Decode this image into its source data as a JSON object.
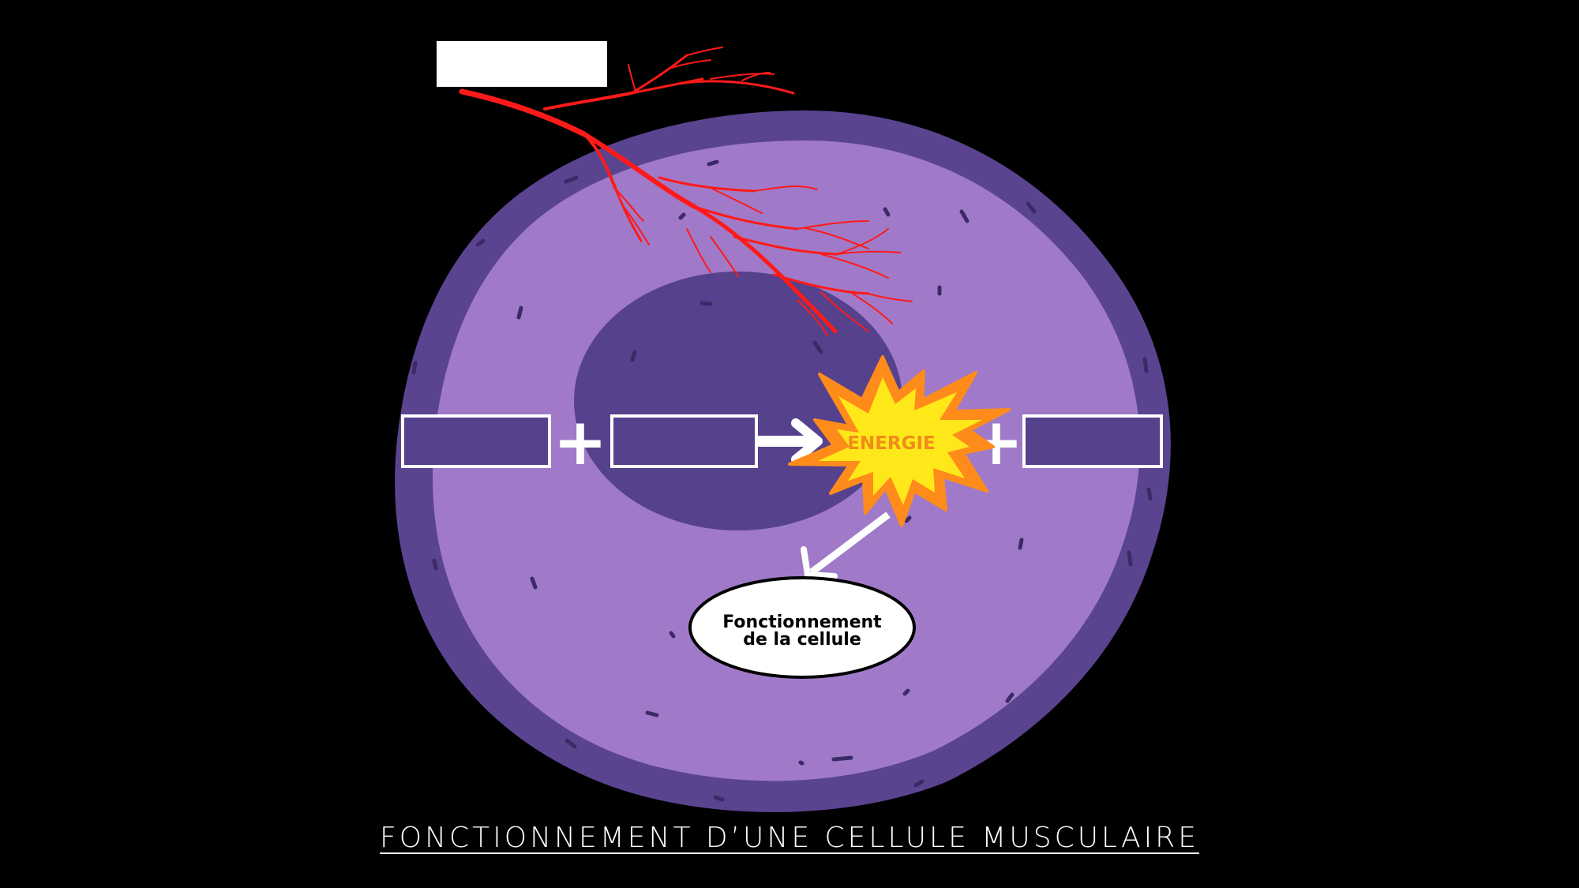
{
  "diagram": {
    "title": "FONCTIONNEMENT D’UNE CELLULE MUSCULAIRE",
    "energy_label": "ENERGIE",
    "outcome_label_line1": "Fonctionnement",
    "outcome_label_line2": "de la cellule",
    "plus_symbol": "+",
    "blanks": {
      "vessel_label": "",
      "reactant_1": "",
      "reactant_2": "",
      "product": ""
    }
  },
  "colors": {
    "background": "#000000",
    "cell_membrane": "#5a4490",
    "cytoplasm": "#a07ac8",
    "nucleus": "#56418c",
    "blood_vessel": "#ff1a1a",
    "energy_burst_outer": "#ff8c1a",
    "energy_burst_inner": "#ffe81a",
    "energy_text": "#f08c1a",
    "text_light": "#ffffff",
    "text_dark": "#000000"
  }
}
